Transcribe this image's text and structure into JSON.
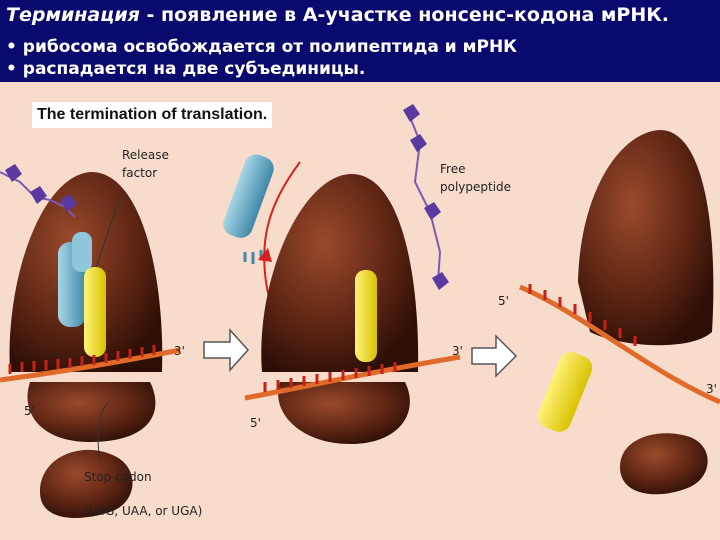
{
  "header": {
    "title_term": "Терминация",
    "title_rest": " - появление в А-участке нонсенс-кодона мРНК.",
    "bullets": [
      "• рибосома освобождается от полипептида и мРНК",
      "• распадается на две субъединицы."
    ]
  },
  "figure": {
    "caption": "The termination of translation.",
    "labels": {
      "release_factor_1": "Release",
      "release_factor_2": "factor",
      "free_polypeptide_1": "Free",
      "free_polypeptide_2": "polypeptide",
      "stop_codon_1": "Stop codon",
      "stop_codon_2": "(U4G, UAA, or UGA)",
      "three_prime_a": "3'",
      "three_prime_b": "3'",
      "three_prime_c": "3'",
      "five_prime_a": "5'",
      "five_prime_b": "5'",
      "five_prime_c": "5'"
    },
    "colors": {
      "header_bg": "#0a0a6e",
      "ribosome": "#6b2e1a",
      "release_factor": "#6fb2cc",
      "trna": "#f2e21a",
      "mrna": "#e06a2a",
      "polypeptide": "#5a3aa0"
    }
  }
}
